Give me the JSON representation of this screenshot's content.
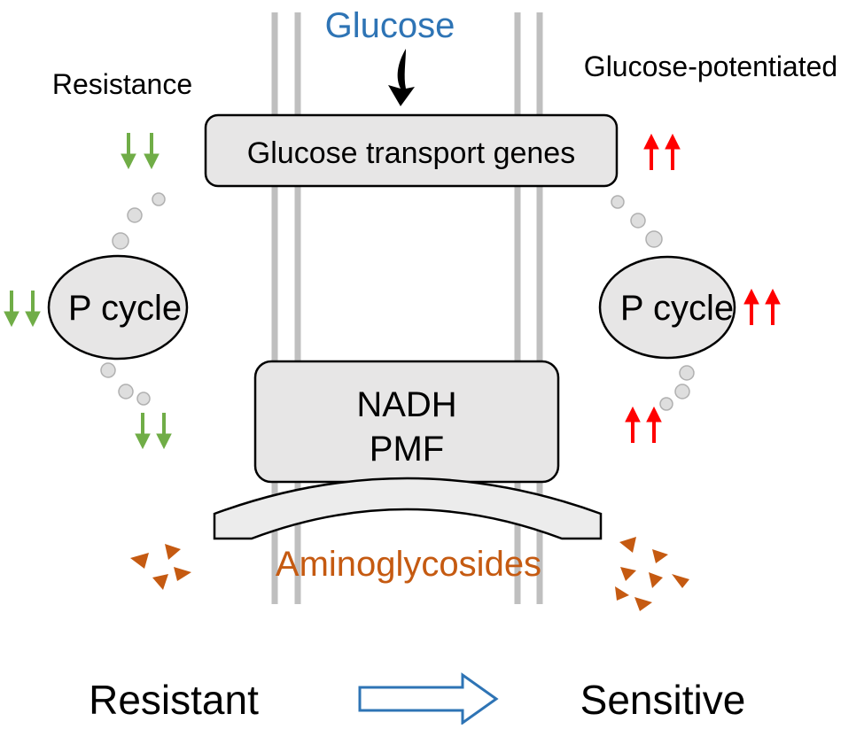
{
  "top_substrate": {
    "label": "Glucose",
    "color": "#2e74b5"
  },
  "left_header": "Resistance",
  "right_header": "Glucose-potentiated",
  "center_box": {
    "label": "Glucose transport genes"
  },
  "left_cycle": {
    "label": "P cycle"
  },
  "right_cycle": {
    "label": "P cycle"
  },
  "energy_box": {
    "line1": "NADH",
    "line2": "PMF"
  },
  "drug": {
    "label": "Aminoglycosides",
    "color": "#c55a11"
  },
  "bottom": {
    "start": "Resistant",
    "end": "Sensitive"
  },
  "colors": {
    "down_arrow": "#70ad47",
    "up_arrow": "#ff0000",
    "membrane": "#bfbfbf",
    "box_fill": "#e7e6e6",
    "dot_fill": "#dedede",
    "flow_arrow": "#2e74b5"
  },
  "icons": {
    "down_arrow": "double-down-arrow-icon",
    "up_arrow": "double-up-arrow-icon",
    "flow": "right-outline-arrow-icon",
    "drug_particle": "triangle-particle-icon"
  }
}
